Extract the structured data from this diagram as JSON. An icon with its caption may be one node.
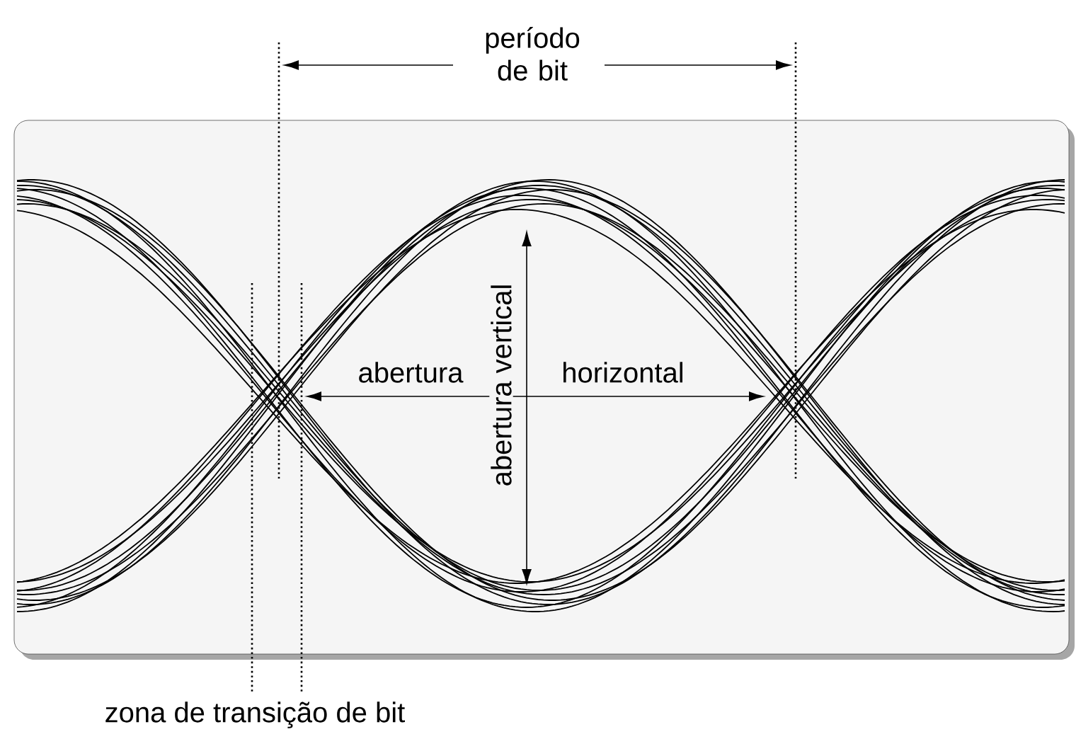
{
  "diagram": {
    "labels": [
      "período de bit",
      "abertura vertical",
      "abertura",
      "horizontal",
      "zona de transição de bit"
    ]
  }
}
